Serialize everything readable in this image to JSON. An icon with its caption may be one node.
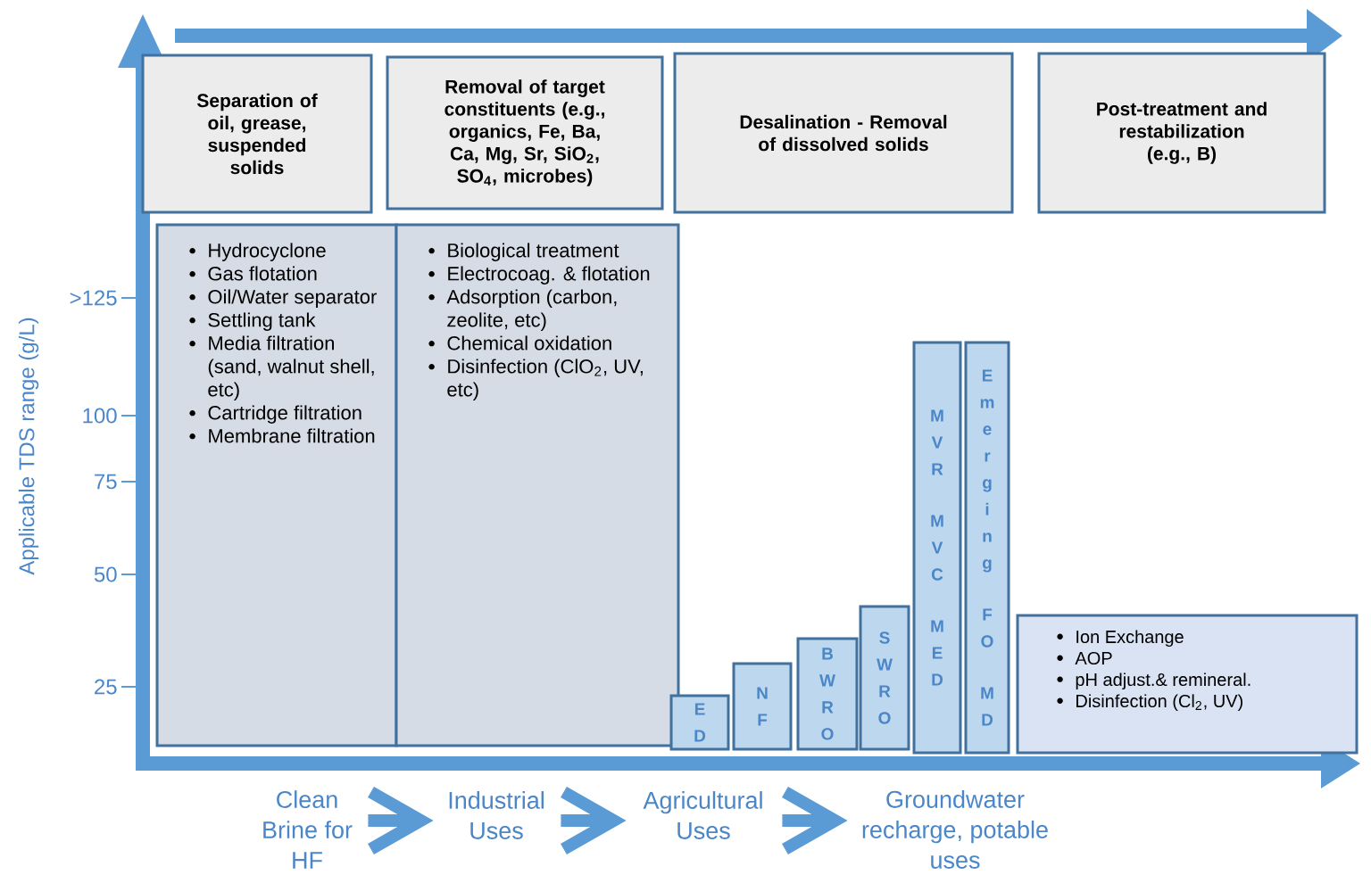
{
  "diagram": {
    "nodes": [
      {
        "text": [
          "Separation of oil, grease, suspended solids"
        ]
      },
      {
        "text": [
          "Removal of target constituents (e.g., organics, Fe, Ba, Ca, Mg, Sr, SiO$_{2}$, SO$_{4}$, microbes)"
        ]
      },
      {
        "text": [
          "Desalination - Removal of dissolved solids"
        ]
      },
      {
        "text": [
          "Post-treatment and restabilization (e.g., B)"
        ]
      },
      {
        "text": [
          "Hydrocyclone",
          "Gas flotation",
          "Oil/Water separator",
          "Settling tank",
          "Media filtration (sand, walnut shell, etc)",
          "Cartridge filtration",
          "Membrane filtration"
        ]
      },
      {
        "text": [
          "Biological treatment",
          "Electrocoag. & flotation",
          "Adsorption (carbon, zeolite, etc)",
          "Chemical oxidation",
          "Disinfection (ClO$_{2}$, UV, etc)"
        ]
      },
      {
        "text": [
          "ED"
        ]
      },
      {
        "text": [
          "NF"
        ]
      },
      {
        "text": [
          "BWRO"
        ]
      },
      {
        "text": [
          "SWRO"
        ]
      },
      {
        "text": [
          "MVR",
          "MVC",
          "MED"
        ]
      },
      {
        "text": [
          "Emerging",
          "FO",
          "MD"
        ]
      },
      {
        "text": [
          "Ion Exchange",
          "AOP",
          "pH adjust.& remineral.",
          "Disinfection (Cl$_{2}$, UV)"
        ]
      },
      {
        "text": [
          "Clean Brine for HF"
        ]
      },
      {
        "text": [
          "Industrial Uses"
        ]
      },
      {
        "text": [
          "Agricultural Uses"
        ]
      },
      {
        "text": [
          "Groundwater recharge, potable uses"
        ]
      }
    ],
    "edges": [
      {
        "from": 13,
        "to": 14,
        "arrow": "to"
      },
      {
        "from": 14,
        "to": 15,
        "arrow": "to"
      },
      {
        "from": 15,
        "to": 16,
        "arrow": "to"
      }
    ],
    "labels": [
      ">125",
      "100",
      "75",
      "50",
      "25",
      "Applicable TDS range (g/L)"
    ]
  }
}
